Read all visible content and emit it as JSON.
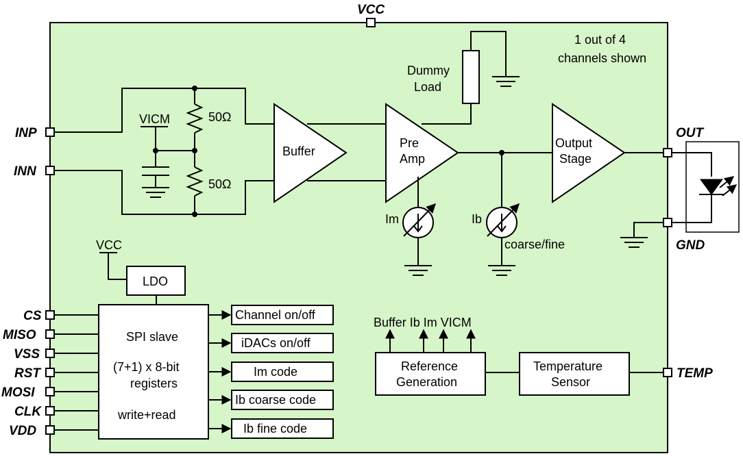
{
  "pins": {
    "vcc_top": "VCC",
    "inp": "INP",
    "inn": "INN",
    "out": "OUT",
    "gnd": "GND",
    "temp": "TEMP",
    "cs": "CS",
    "miso": "MISO",
    "vss": "VSS",
    "rst": "RST",
    "mosi": "MOSI",
    "clk": "CLK",
    "vdd": "VDD"
  },
  "labels": {
    "channels_note_1": "1 out of 4",
    "channels_note_2": "channels shown",
    "dummy_load_1": "Dummy",
    "dummy_load_2": "Load",
    "vicm": "VICM",
    "res_top": "50Ω",
    "res_bottom": "50Ω",
    "buffer": "Buffer",
    "preamp_1": "Pre",
    "preamp_2": "Amp",
    "output_stage_1": "Output",
    "output_stage_2": "Stage",
    "im": "Im",
    "ib": "Ib",
    "coarse_fine": "coarse/fine",
    "vcc_ldo": "VCC",
    "ldo": "LDO",
    "spi_1": "SPI slave",
    "spi_2": "(7+1) x 8-bit",
    "spi_3": "registers",
    "spi_4": "write+read",
    "reg_1": "Channel on/off",
    "reg_2": "iDACs on/off",
    "reg_3": "Im code",
    "reg_4": "Ib coarse code",
    "reg_5": "Ib fine code",
    "ref_outputs": "Buffer Ib Im VICM",
    "ref_gen_1": "Reference",
    "ref_gen_2": "Generation",
    "temp_sensor_1": "Temperature",
    "temp_sensor_2": "Sensor"
  },
  "colors": {
    "chip_fill": "#d6f5c8",
    "line": "#000000",
    "block_fill": "#ffffff"
  }
}
